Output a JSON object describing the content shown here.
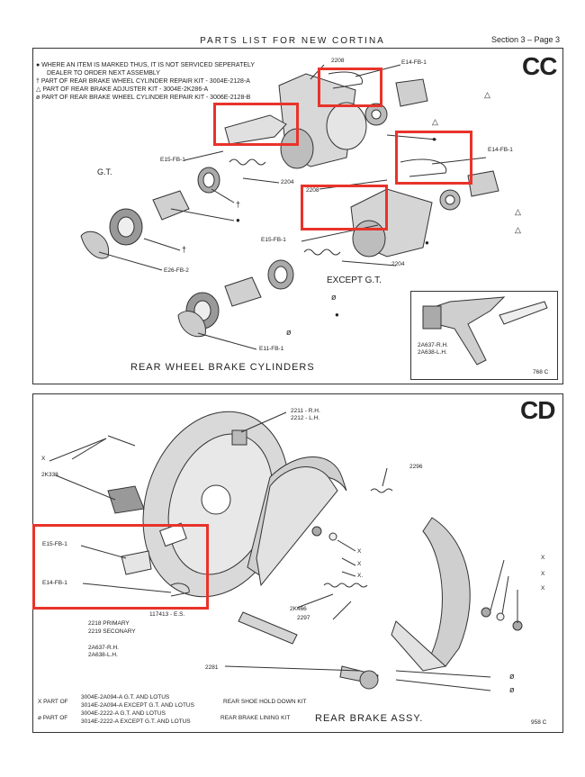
{
  "header": {
    "title": "PARTS LIST FOR NEW CORTINA",
    "section": "Section 3 – Page 3"
  },
  "panel_cc": {
    "code": "CC",
    "notes": [
      "●  WHERE AN ITEM IS MARKED THUS, IT IS NOT SERVICED SEPERATELY",
      "DEALER TO ORDER NEXT ASSEMBLY",
      "†  PART OF REAR BRAKE WHEEL CYLINDER REPAIR KIT - 3004E-2128-A",
      "△  PART OF REAR BRAKE ADJUSTER KIT - 3004E-2K286-A",
      "ø  PART OF REAR BRAKE WHEEL CYLINDER REPAIR KIT - 3006E-2128-B"
    ],
    "labels": {
      "p2208_top": "2208",
      "e14_top": "E14-FB-1",
      "e15_left": "E15-FB-1",
      "gt": "G.T.",
      "p2204_top": "2204",
      "e14_right": "E14-FB-1",
      "p2208_mid": "2208",
      "e15_mid": "E15-FB-1",
      "p2204_mid": "2204",
      "e26": "E26-FB-2",
      "except_gt": "EXCEPT G.T.",
      "e11": "E11-FB-1",
      "a637": "2A637-R.H.",
      "a638": "2A638-L.H.",
      "fig": "768 C"
    },
    "symbols": {
      "dagger": "†",
      "triangle": "△",
      "phi": "ø",
      "dot": "●"
    },
    "caption": "REAR WHEEL BRAKE CYLINDERS"
  },
  "panel_cd": {
    "code": "CD",
    "labels": {
      "p2211": "2211 - R.H.",
      "p2212": "2212 - L.H.",
      "x_top": "X",
      "p2k338": "2K338",
      "p2296": "2296",
      "e15": "E15-FB-1",
      "e14": "E14-FB-1",
      "x1": "X",
      "x2": "X",
      "x3": "X.",
      "x_r1": "X",
      "x_r2": "X",
      "x_r3": "X",
      "p117413": "117413 - E.S.",
      "p2k466": "2K466",
      "p2297": "2297",
      "p2218": "2218 PRIMARY",
      "p2219": "2219 SECONARY",
      "a637": "2A637-R.H.",
      "a638": "2A638-L.H.",
      "p2281": "2281",
      "phi1": "ø",
      "phi2": "ø",
      "fig": "958 C"
    },
    "legend": {
      "x_part": "X PART OF",
      "x_l1": "3004E-2A094-A  G.T. AND LOTUS",
      "x_l2": "3014E-2A094-A  EXCEPT G.T. AND LOTUS",
      "x_kit": "REAR SHOE HOLD DOWN KIT",
      "phi_part": "ø PART OF",
      "p_l1": "3004E-2222-A  G.T. AND LOTUS",
      "p_l2": "3014E-2222-A  EXCEPT G.T. AND LOTUS",
      "p_kit": "REAR BRAKE LINING KIT"
    },
    "caption": "REAR BRAKE ASSY."
  },
  "colors": {
    "highlight": "#e8332a",
    "ink": "#222222"
  }
}
